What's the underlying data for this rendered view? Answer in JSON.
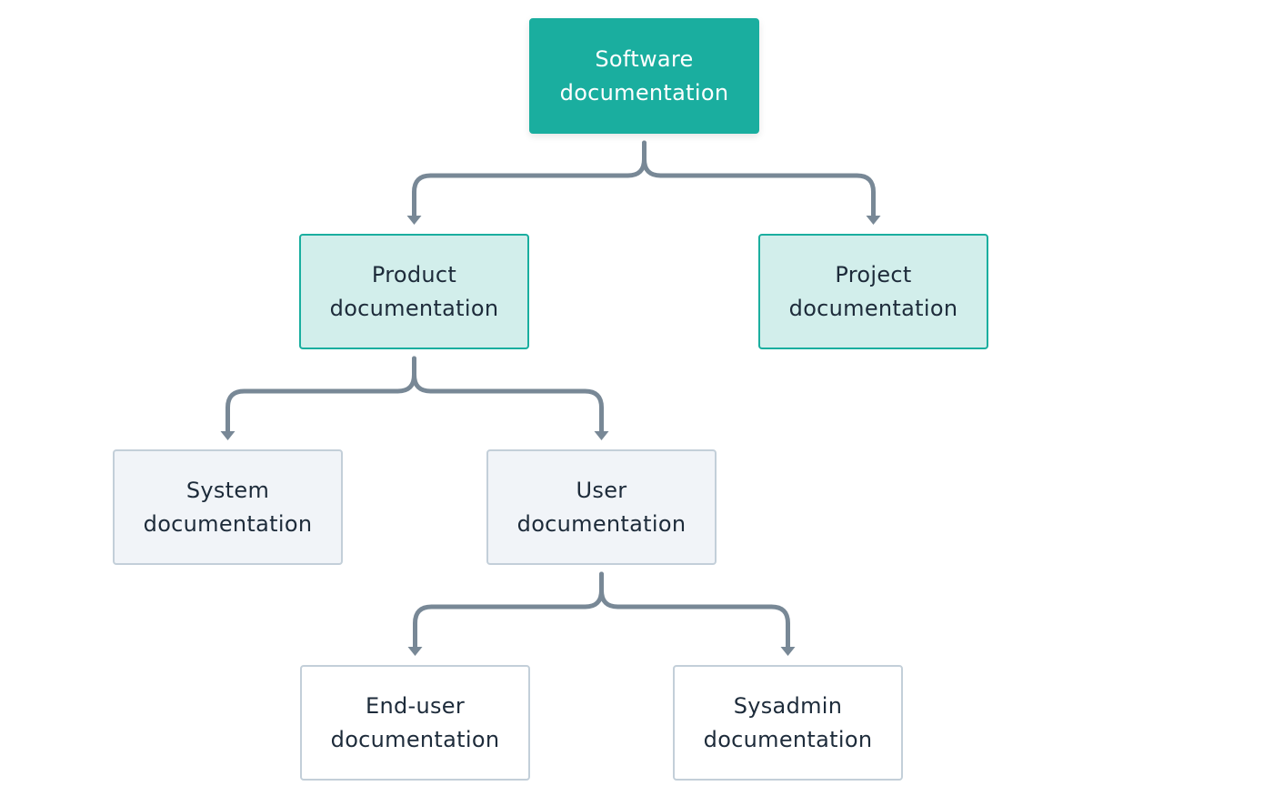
{
  "diagram": {
    "title": "Software documentation hierarchy",
    "colors": {
      "root_fill": "#1aae9f",
      "level1_fill": "#d2eeeb",
      "level1_border": "#1aae9f",
      "level2_fill": "#f1f4f8",
      "level2_border": "#c3cfd9",
      "level3_fill": "#ffffff",
      "level3_border": "#c3cfd9",
      "connector": "#788896",
      "text_dark": "#1d2b3a",
      "text_light": "#ffffff"
    },
    "nodes": [
      {
        "id": "software",
        "line1": "Software",
        "line2": "documentation",
        "level": 0
      },
      {
        "id": "product",
        "line1": "Product",
        "line2": "documentation",
        "level": 1
      },
      {
        "id": "project",
        "line1": "Project",
        "line2": "documentation",
        "level": 1
      },
      {
        "id": "system",
        "line1": "System",
        "line2": "documentation",
        "level": 2
      },
      {
        "id": "user",
        "line1": "User",
        "line2": "documentation",
        "level": 2
      },
      {
        "id": "enduser",
        "line1": "End-user",
        "line2": "documentation",
        "level": 3
      },
      {
        "id": "sysadmin",
        "line1": "Sysadmin",
        "line2": "documentation",
        "level": 3
      }
    ],
    "edges": [
      {
        "from": "software",
        "to": "product"
      },
      {
        "from": "software",
        "to": "project"
      },
      {
        "from": "product",
        "to": "system"
      },
      {
        "from": "product",
        "to": "user"
      },
      {
        "from": "user",
        "to": "enduser"
      },
      {
        "from": "user",
        "to": "sysadmin"
      }
    ]
  }
}
